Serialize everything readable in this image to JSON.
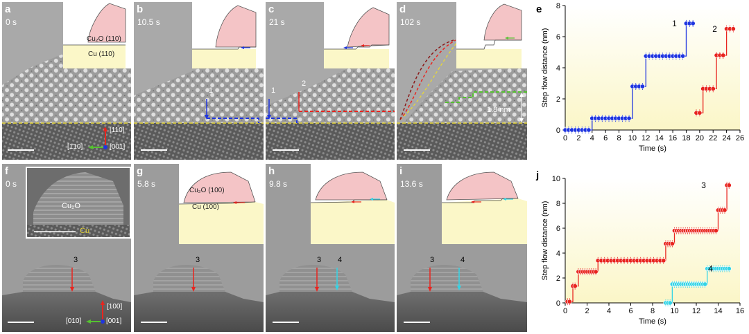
{
  "panels": {
    "a": {
      "label": "a",
      "time": "0 s"
    },
    "b": {
      "label": "b",
      "time": "10.5 s"
    },
    "c": {
      "label": "c",
      "time": "21 s"
    },
    "d": {
      "label": "d",
      "time": "102 s"
    },
    "f": {
      "label": "f",
      "time": "0 s"
    },
    "g": {
      "label": "g",
      "time": "5.8 s"
    },
    "h": {
      "label": "h",
      "time": "9.8 s"
    },
    "i": {
      "label": "i",
      "time": "13.6 s"
    }
  },
  "annotations": {
    "cu2o_110": "Cu₂O (110)",
    "cu_110": "Cu (110)",
    "cu2o_100": "Cu₂O (100)",
    "cu_100": "Cu (100)",
    "inset_cu2o": "Cu₂O",
    "inset_cu": "Cu",
    "step_height": "1.8 nm",
    "step1": "1",
    "step2": "2",
    "step3": "3",
    "step4": "4",
    "axis_a_up": "[110]",
    "axis_a_left": "[1̄10]",
    "axis_a_out": "[001]",
    "axis_f_up": "[100]",
    "axis_f_left": "[010]",
    "axis_f_out": "[001]"
  },
  "colors": {
    "blue": "#1f35e0",
    "red": "#e8251f",
    "cyan": "#33d4e6",
    "green": "#55c230",
    "yellow": "#e8d838",
    "cu2o_fill": "#f4c4c6",
    "cu_fill": "#fbf7c8"
  },
  "chart_data": [
    {
      "panel": "e",
      "type": "line",
      "xlabel": "Time (s)",
      "ylabel": "Step flow distance (nm)",
      "xlim": [
        0,
        26
      ],
      "ylim": [
        0,
        8
      ],
      "xticks": [
        0,
        2,
        4,
        6,
        8,
        10,
        12,
        14,
        16,
        18,
        20,
        22,
        24,
        26
      ],
      "yticks": [
        0,
        2,
        4,
        6,
        8
      ],
      "series": [
        {
          "name": "1",
          "color": "#1f35e0",
          "x": [
            0,
            0.5,
            1,
            1.5,
            2,
            2.5,
            3,
            3.5,
            4,
            4.5,
            5,
            5.5,
            6,
            6.5,
            7,
            7.5,
            8,
            8.5,
            9,
            9.5,
            10,
            10.5,
            11,
            11.5,
            12,
            12.5,
            13,
            13.5,
            14,
            14.5,
            15,
            15.5,
            16,
            16.5,
            17,
            17.5,
            18,
            18.5,
            19
          ],
          "y": [
            0,
            0,
            0,
            0,
            0,
            0,
            0,
            0,
            0.75,
            0.75,
            0.75,
            0.75,
            0.75,
            0.75,
            0.75,
            0.75,
            0.75,
            0.75,
            0.75,
            0.75,
            2.8,
            2.8,
            2.8,
            2.8,
            4.75,
            4.75,
            4.75,
            4.75,
            4.75,
            4.75,
            4.75,
            4.75,
            4.75,
            4.75,
            4.75,
            4.75,
            6.85,
            6.85,
            6.85
          ]
        },
        {
          "name": "2",
          "color": "#e8251f",
          "x": [
            19.5,
            20,
            20.5,
            21,
            21.5,
            22,
            22.5,
            23,
            23.5,
            24,
            24.5,
            25
          ],
          "y": [
            1.1,
            1.1,
            2.65,
            2.65,
            2.65,
            2.65,
            4.8,
            4.8,
            4.8,
            6.5,
            6.5,
            6.5
          ]
        }
      ]
    },
    {
      "panel": "j",
      "type": "line",
      "xlabel": "Time (s)",
      "ylabel": "Step flow distance (nm)",
      "xlim": [
        0,
        16
      ],
      "ylim": [
        0,
        10
      ],
      "xticks": [
        0,
        2,
        4,
        6,
        8,
        10,
        12,
        14,
        16
      ],
      "yticks": [
        0,
        2,
        4,
        6,
        8,
        10
      ],
      "series": [
        {
          "name": "3",
          "color": "#e8251f",
          "x": [
            0.2,
            0.4,
            0.7,
            0.9,
            1.2,
            1.4,
            1.6,
            1.8,
            2,
            2.2,
            2.4,
            2.6,
            2.8,
            3,
            3.3,
            3.6,
            3.9,
            4.2,
            4.5,
            4.8,
            5.1,
            5.4,
            5.7,
            6,
            6.3,
            6.6,
            6.9,
            7.2,
            7.5,
            7.8,
            8.1,
            8.4,
            8.7,
            9,
            9.2,
            9.4,
            9.6,
            9.8,
            10,
            10.2,
            10.4,
            10.6,
            10.8,
            11,
            11.2,
            11.4,
            11.6,
            11.8,
            12,
            12.2,
            12.4,
            12.6,
            12.8,
            13,
            13.2,
            13.4,
            13.6,
            13.8,
            14,
            14.2,
            14.4,
            14.6,
            14.8,
            15
          ],
          "y": [
            0.1,
            0.1,
            1.35,
            1.35,
            2.5,
            2.5,
            2.5,
            2.5,
            2.5,
            2.5,
            2.5,
            2.5,
            2.5,
            3.4,
            3.4,
            3.4,
            3.4,
            3.4,
            3.4,
            3.4,
            3.4,
            3.4,
            3.4,
            3.4,
            3.4,
            3.4,
            3.4,
            3.4,
            3.4,
            3.4,
            3.4,
            3.4,
            3.4,
            3.4,
            4.75,
            4.75,
            4.75,
            4.75,
            5.8,
            5.8,
            5.8,
            5.8,
            5.8,
            5.8,
            5.8,
            5.8,
            5.8,
            5.8,
            5.8,
            5.8,
            5.8,
            5.8,
            5.8,
            5.8,
            5.8,
            5.8,
            5.8,
            5.8,
            7.45,
            7.45,
            7.45,
            7.45,
            9.45,
            9.45
          ]
        },
        {
          "name": "4",
          "color": "#33d4e6",
          "x": [
            9.2,
            9.4,
            9.6,
            9.8,
            10,
            10.2,
            10.4,
            10.6,
            10.8,
            11,
            11.2,
            11.4,
            11.6,
            11.8,
            12,
            12.2,
            12.4,
            12.6,
            12.8,
            13,
            13.2,
            13.4,
            13.6,
            13.8,
            14,
            14.2,
            14.4,
            14.6,
            14.8,
            15
          ],
          "y": [
            0,
            0,
            0,
            1.5,
            1.5,
            1.5,
            1.5,
            1.5,
            1.5,
            1.5,
            1.5,
            1.5,
            1.5,
            1.5,
            1.5,
            1.5,
            1.5,
            1.5,
            1.5,
            2.75,
            2.75,
            2.75,
            2.75,
            2.75,
            2.75,
            2.75,
            2.75,
            2.75,
            2.75,
            2.75
          ]
        }
      ]
    }
  ]
}
